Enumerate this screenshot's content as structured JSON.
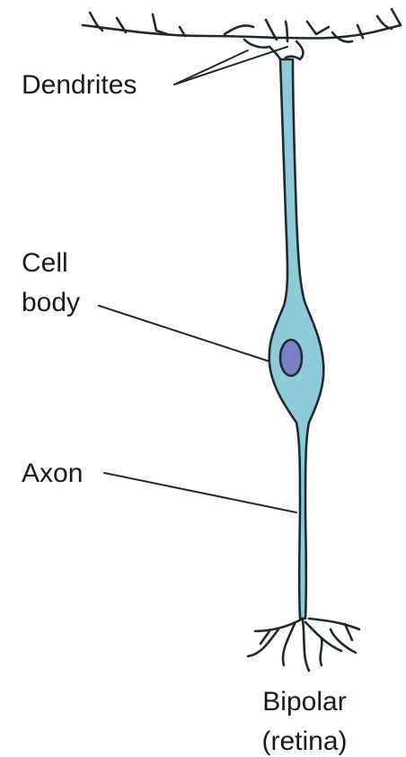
{
  "labels": {
    "dendrites": "Dendrites",
    "cell_line1": "Cell",
    "cell_line2": "body",
    "axon": "Axon"
  },
  "caption": {
    "line1": "Bipolar",
    "line2": "(retina)"
  },
  "colors": {
    "cell_body_fill": "#8dcbd8",
    "nucleus_fill": "#7a80c4",
    "outline": "#1f2a2e",
    "background": "#ffffff"
  }
}
